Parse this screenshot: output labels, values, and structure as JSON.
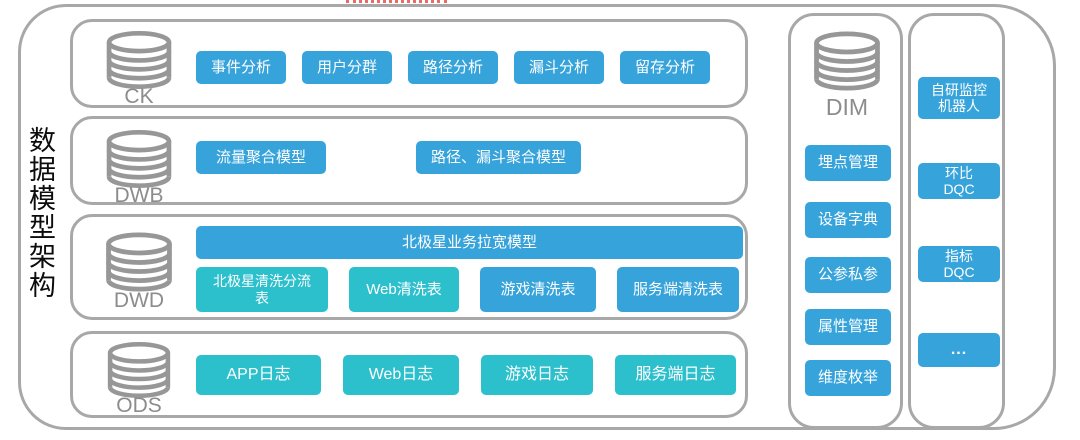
{
  "title": "数据模型架构",
  "colors": {
    "chip_blue": "#36a3db",
    "chip_teal": "#2cbfcc",
    "box_border_gray": "#a8a8a8",
    "icon_gray": "#979797",
    "red_dotted_line": "#ea6b66"
  },
  "layers": [
    {
      "name": "CK",
      "buttons": [
        "事件分析",
        "用户分群",
        "路径分析",
        "漏斗分析",
        "留存分析"
      ]
    },
    {
      "name": "DWB",
      "buttons": [
        "流量聚合模型",
        "路径、漏斗聚合模型"
      ]
    },
    {
      "name": "DWD",
      "wide_bar": "北极星业务拉宽模型",
      "buttons": [
        "北极星清洗分流\n表",
        "Web清洗表",
        "游戏清洗表",
        "服务端清洗表"
      ]
    },
    {
      "name": "ODS",
      "buttons": [
        "APP日志",
        "Web日志",
        "游戏日志",
        "服务端日志"
      ]
    }
  ],
  "dim_panel": {
    "name": "DIM",
    "buttons": [
      "埋点管理",
      "设备字典",
      "公参私参",
      "属性管理",
      "维度枚举"
    ]
  },
  "monitor_panel": {
    "buttons": [
      "自研监控\n机器人",
      "环比\nDQC",
      "指标\nDQC",
      "..."
    ]
  }
}
